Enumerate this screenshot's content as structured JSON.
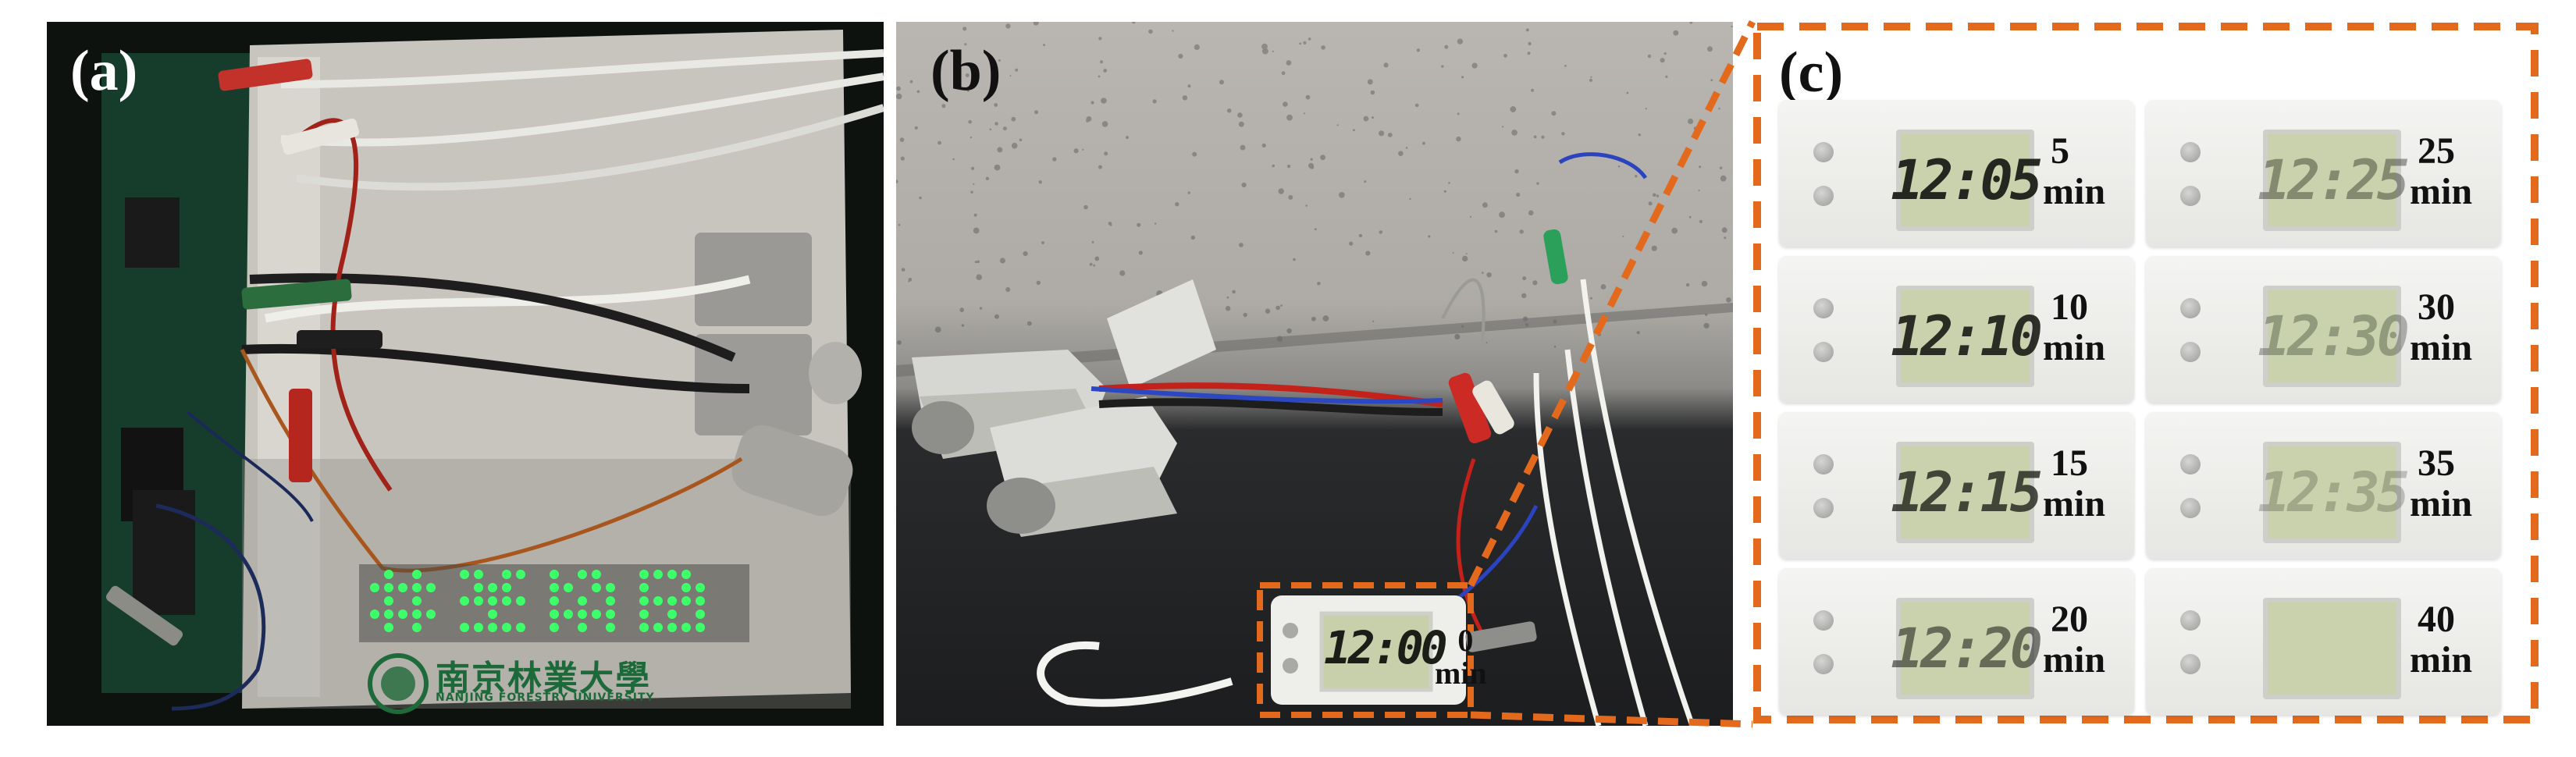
{
  "panels": {
    "a": {
      "label": "(a)",
      "led_display_note": "green LED dot-matrix display on breadboard",
      "logo_text_cn": "南京林業大學",
      "logo_text_en": "NANJING FORESTRY UNIVERSITY"
    },
    "b": {
      "label": "(b)",
      "clock": {
        "time": "12:00",
        "minutes": "0",
        "unit": "min"
      }
    },
    "c": {
      "label": "(c)",
      "readings": [
        {
          "time": "12:05",
          "minutes": "5",
          "unit": "min",
          "fade": 1.0
        },
        {
          "time": "12:25",
          "minutes": "25",
          "unit": "min",
          "fade": 0.35
        },
        {
          "time": "12:10",
          "minutes": "10",
          "unit": "min",
          "fade": 0.95
        },
        {
          "time": "12:30",
          "minutes": "30",
          "unit": "min",
          "fade": 0.25
        },
        {
          "time": "12:15",
          "minutes": "15",
          "unit": "min",
          "fade": 0.8
        },
        {
          "time": "12:35",
          "minutes": "35",
          "unit": "min",
          "fade": 0.15
        },
        {
          "time": "12:20",
          "minutes": "20",
          "unit": "min",
          "fade": 0.55
        },
        {
          "time": "",
          "minutes": "40",
          "unit": "min",
          "fade": 0.0
        }
      ]
    }
  },
  "colors": {
    "callout_orange": "#e36a1c",
    "led_green": "#3dff6a",
    "lcd_background": "#c9d2ac",
    "lcd_digit": "#1b1d17"
  }
}
